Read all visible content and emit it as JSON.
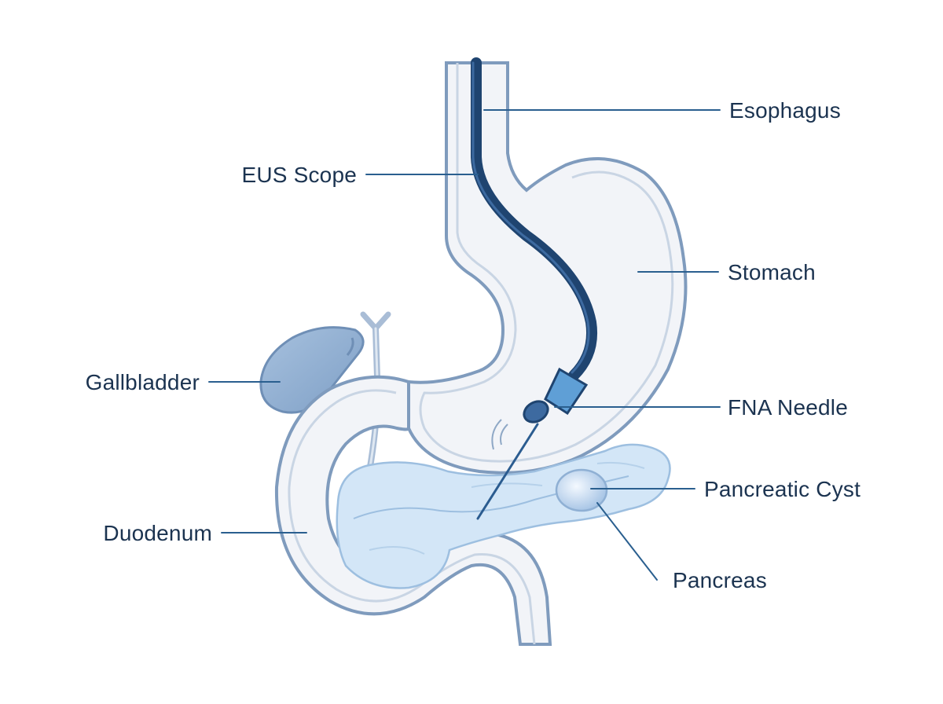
{
  "labels": {
    "esophagus": "Esophagus",
    "eus_scope": "EUS Scope",
    "stomach": "Stomach",
    "gallbladder": "Gallbladder",
    "fna_needle": "FNA Needle",
    "pancreatic_cyst": "Pancreatic Cyst",
    "duodenum": "Duodenum",
    "pancreas": "Pancreas"
  },
  "colors": {
    "label_text": "#1b3350",
    "leader_line": "#2a5f8f",
    "organ_outline": "#7f9bbd",
    "organ_fill": "#f2f4f8",
    "scope": "#1f4470",
    "pancreas_fill": "#cfe3f6",
    "gallbladder_fill": "#8fb0d4"
  }
}
